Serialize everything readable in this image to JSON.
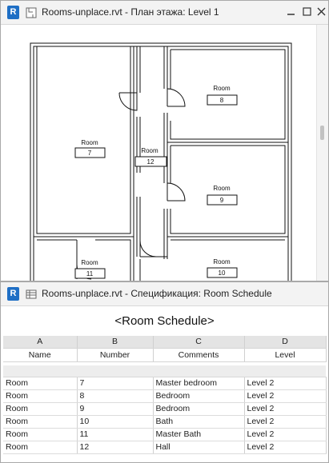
{
  "plan_window": {
    "app_letter": "R",
    "title": "Rooms-unplace.rvt - План этажа: Level 1",
    "view_icon": "floor-plan-icon",
    "rooms": [
      {
        "name": "Room",
        "number": "7"
      },
      {
        "name": "Room",
        "number": "8"
      },
      {
        "name": "Room",
        "number": "12"
      },
      {
        "name": "Room",
        "number": "9"
      },
      {
        "name": "Room",
        "number": "11"
      },
      {
        "name": "Room",
        "number": "10"
      }
    ]
  },
  "schedule_window": {
    "app_letter": "R",
    "title": "Rooms-unplace.rvt - Спецификация: Room Schedule",
    "view_icon": "schedule-icon",
    "schedule_title": "<Room Schedule>",
    "column_letters": [
      "A",
      "B",
      "C",
      "D"
    ],
    "column_headers": [
      "Name",
      "Number",
      "Comments",
      "Level"
    ],
    "rows": [
      [
        "Room",
        "7",
        "Master bedroom",
        "Level 2"
      ],
      [
        "Room",
        "8",
        "Bedroom",
        "Level 2"
      ],
      [
        "Room",
        "9",
        "Bedroom",
        "Level 2"
      ],
      [
        "Room",
        "10",
        "Bath",
        "Level 2"
      ],
      [
        "Room",
        "11",
        "Master Bath",
        "Level 2"
      ],
      [
        "Room",
        "12",
        "Hall",
        "Level 2"
      ]
    ]
  }
}
